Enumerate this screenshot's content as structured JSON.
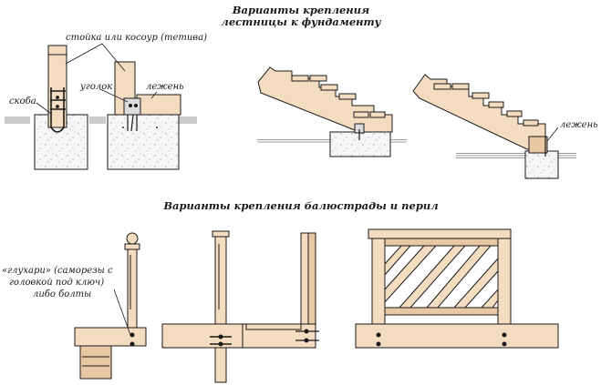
{
  "titles": {
    "stairs_line1": "Варианты крепления",
    "stairs_line2": "лестницы к фундаменту",
    "railing": "Варианты крепления балюстрады и перил"
  },
  "labels": {
    "post_or_stringer": "стойка или косоур (тетива)",
    "angle": "уголок",
    "bracket": "скоба",
    "sill_top": "лежень",
    "sill_right": "лежень",
    "bolts_line1": "«глухари» (саморезы с",
    "bolts_line2": "головкой под ключ)",
    "bolts_line3": "либо болты"
  },
  "colors": {
    "wood": "#f4dcc0",
    "wood_dark": "#e8c8a2",
    "concrete": "#f2f2f2",
    "ink": "#1a1a1a"
  }
}
